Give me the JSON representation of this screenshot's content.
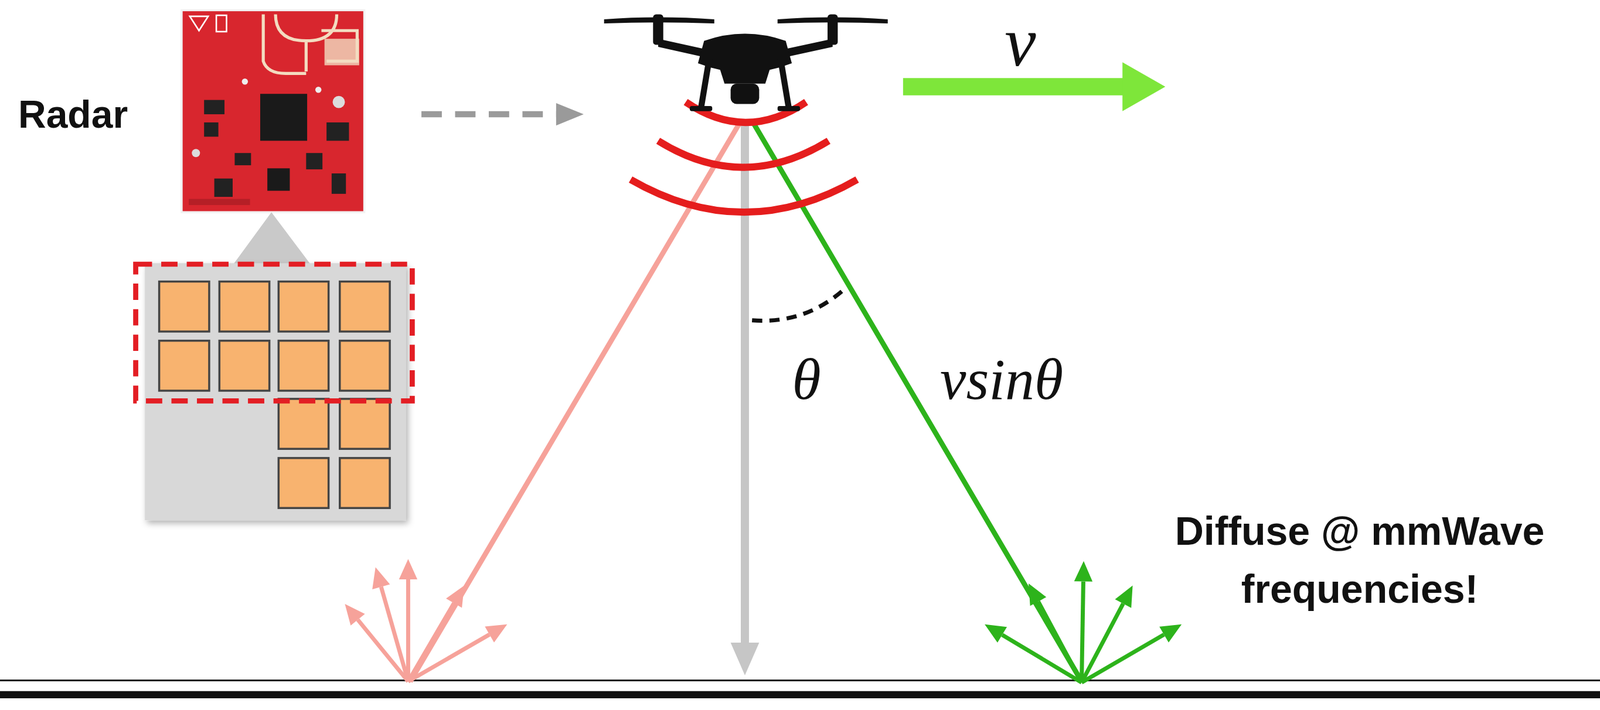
{
  "diagram": {
    "labels": [
      "Radar",
      "v",
      "θ",
      "vsinθ",
      "Diffuse @ mmWave frequencies!"
    ]
  }
}
